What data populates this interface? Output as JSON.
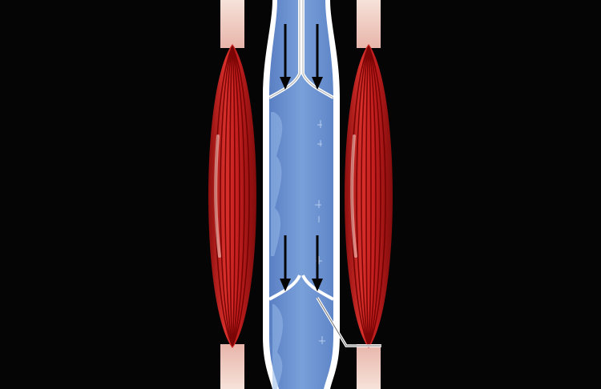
{
  "diagram": {
    "type": "venous-valve-skeletal-muscle-pump",
    "labels": [],
    "flow_direction": "down",
    "valve_state": "closed",
    "colors": {
      "background": "#050505",
      "vein_lumen": "#6f96d3",
      "vein_wall": "#ffffff",
      "arrow": "#050505",
      "muscle": "#c81f1f",
      "muscle_stripe": "#6e0000",
      "tendon": "#f2d9cf",
      "leader_line": "#ffffff"
    },
    "parts": [
      {
        "name": "muscle-left",
        "kind": "skeletal-muscle"
      },
      {
        "name": "muscle-right",
        "kind": "skeletal-muscle"
      },
      {
        "name": "vein",
        "kind": "vein"
      },
      {
        "name": "valve-upper",
        "kind": "venous-valve"
      },
      {
        "name": "valve-lower",
        "kind": "venous-valve"
      }
    ],
    "arrows": [
      {
        "name": "arrow-upper-left",
        "direction": "down"
      },
      {
        "name": "arrow-upper-right",
        "direction": "down"
      },
      {
        "name": "arrow-lower-left",
        "direction": "down"
      },
      {
        "name": "arrow-lower-right",
        "direction": "down"
      }
    ]
  }
}
